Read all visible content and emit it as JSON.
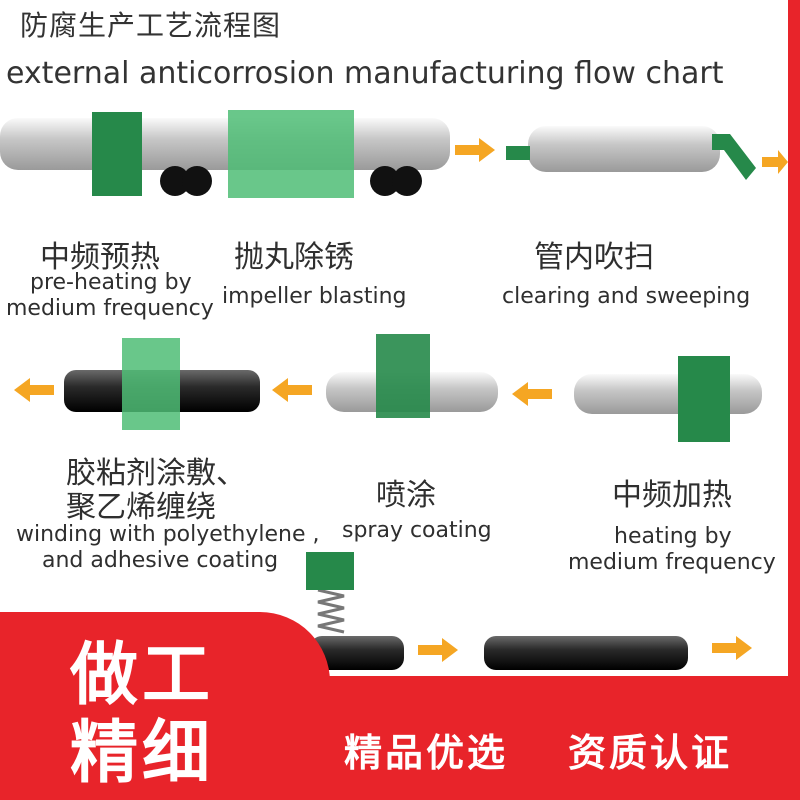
{
  "header": {
    "title_cn": "防腐生产工艺流程图",
    "title_en": "external anticorrosion manufacturing flow chart"
  },
  "steps": [
    {
      "cn": "中频预热",
      "en1": "pre-heating by",
      "en2": "medium frequency"
    },
    {
      "cn": "抛丸除锈",
      "en1": "impeller blasting"
    },
    {
      "cn": "管内吹扫",
      "en1": "clearing and sweeping"
    },
    {
      "cn": "中频加热",
      "en1": "heating by",
      "en2": "medium frequency"
    },
    {
      "cn": "喷涂",
      "en1": "spray coating"
    },
    {
      "cn1": "胶粘剂涂敷、",
      "cn2": "聚乙烯缠绕",
      "en1": "winding with polyethylene ,",
      "en2": "and adhesive coating"
    }
  ],
  "badge": {
    "line1": "做工",
    "line2": "精细"
  },
  "bottom": {
    "slogan1": "精品优选",
    "slogan2": "资质认证"
  },
  "colors": {
    "accent_red": "#e8242a",
    "machine_green": "#26894a",
    "arrow_orange": "#f5a623"
  }
}
